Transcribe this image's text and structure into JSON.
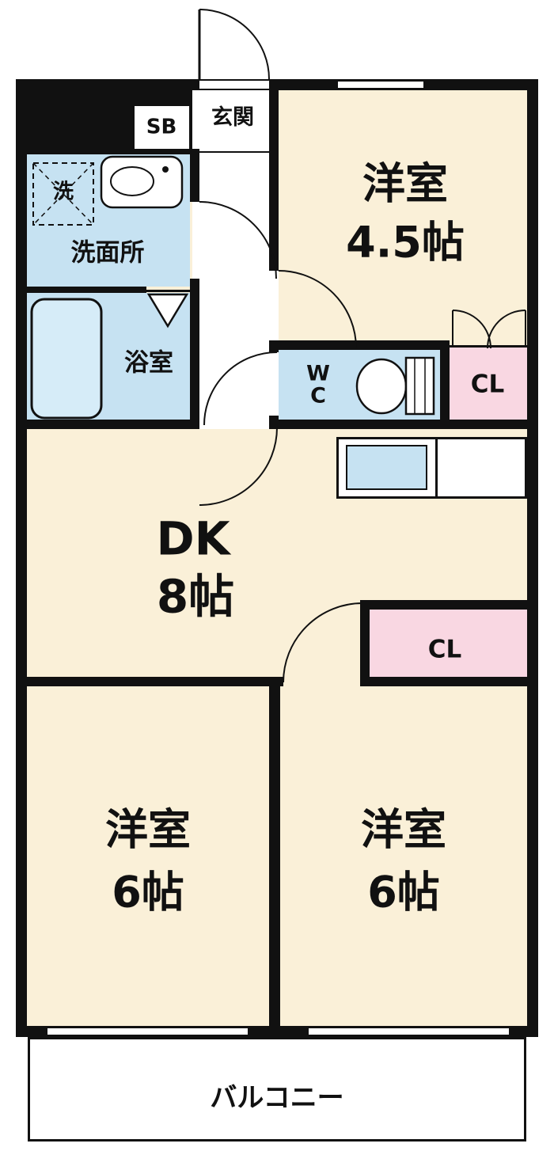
{
  "rooms": {
    "entrance": {
      "label": "玄関"
    },
    "shoe_box": {
      "label": "SB"
    },
    "western_room_top": {
      "name": "洋室",
      "size": "4.5帖"
    },
    "washer": {
      "label": "洗"
    },
    "washroom": {
      "label": "洗面所"
    },
    "bathroom": {
      "label": "浴室"
    },
    "toilet": {
      "line1": "W",
      "line2": "C"
    },
    "closet_top": {
      "label": "CL"
    },
    "dining_kitchen": {
      "name": "DK",
      "size": "8帖"
    },
    "closet_middle": {
      "label": "CL"
    },
    "western_room_left": {
      "name": "洋室",
      "size": "6帖"
    },
    "western_room_right": {
      "name": "洋室",
      "size": "6帖"
    },
    "balcony": {
      "label": "バルコニー"
    }
  },
  "colors": {
    "wall": "#111111",
    "room_floor": "#faf0d8",
    "wet_area": "#c6e2f2",
    "closet": "#f9d7e2",
    "hall_floor": "#ffffff"
  }
}
